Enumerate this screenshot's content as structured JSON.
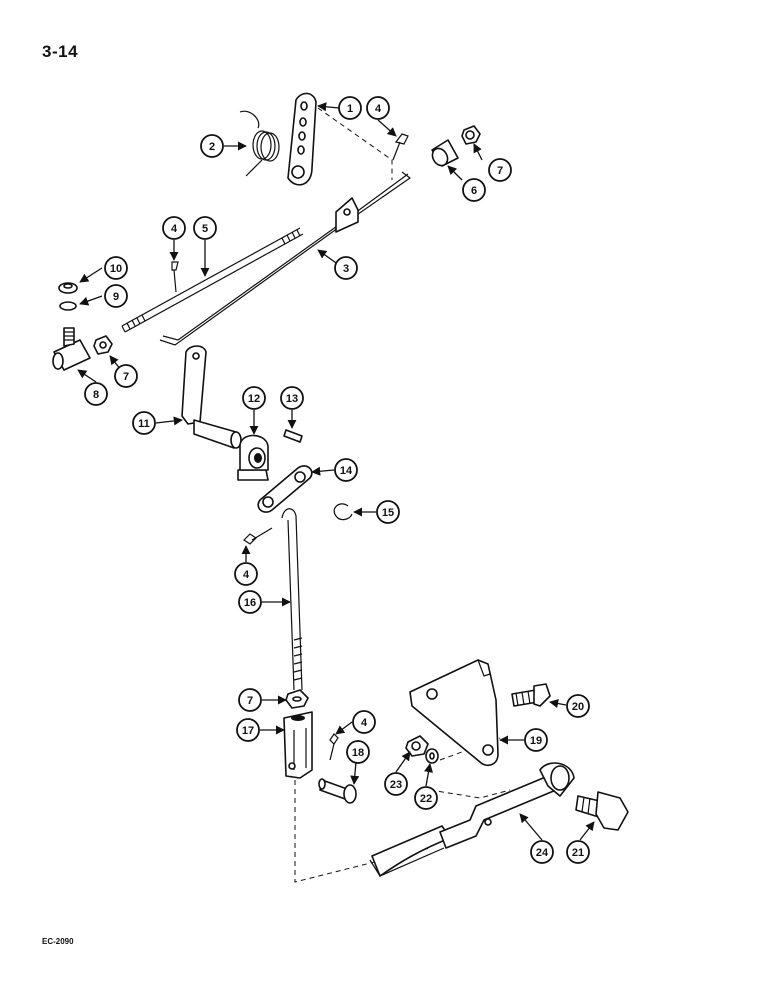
{
  "page_number": "3-14",
  "figure_code": "EC-2090",
  "callouts": [
    "1",
    "2",
    "3",
    "4",
    "5",
    "6",
    "7",
    "8",
    "9",
    "10",
    "11",
    "12",
    "13",
    "14",
    "15",
    "16",
    "17",
    "18",
    "19",
    "20",
    "21",
    "22",
    "23",
    "24"
  ],
  "icons": [
    "arrowhead-icon"
  ],
  "colors": {
    "ink": "#111111",
    "paper": "#ffffff"
  }
}
